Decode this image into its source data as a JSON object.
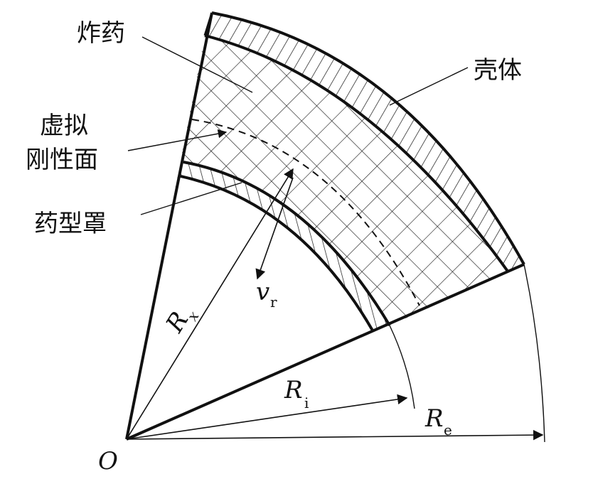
{
  "labels": {
    "explosive": "炸药",
    "casing": "壳体",
    "virtual_rigid_line1": "虚拟",
    "virtual_rigid_line2": "刚性面",
    "liner": "药型罩",
    "origin": "O",
    "rx_main": "R",
    "rx_sub": "x",
    "ri_main": "R",
    "ri_sub": "i",
    "re_main": "R",
    "re_sub": "e",
    "vr_main": "v",
    "vr_sub": "r"
  },
  "colors": {
    "stroke": "#111111",
    "background": "#ffffff"
  }
}
